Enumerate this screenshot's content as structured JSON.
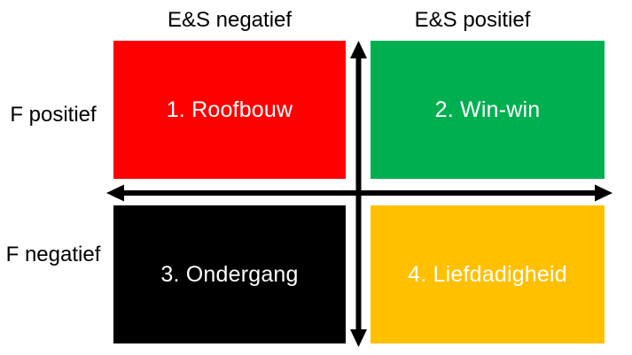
{
  "diagram": {
    "type": "quadrant-matrix",
    "background_color": "#FFFFFF",
    "arrow_color": "#000000",
    "axes": {
      "top_left_label": "E&S negatief",
      "top_right_label": "E&S positief",
      "left_top_label": "F positief",
      "left_bottom_label": "F negatief"
    },
    "quadrants": [
      {
        "position": "top-left",
        "label": "1. Roofbouw",
        "color": "#FF0000",
        "text_color": "#FFFFFF"
      },
      {
        "position": "top-right",
        "label": "2. Win-win",
        "color": "#00B050",
        "text_color": "#FFFFFF"
      },
      {
        "position": "bottom-left",
        "label": "3. Ondergang",
        "color": "#000000",
        "text_color": "#FFFFFF"
      },
      {
        "position": "bottom-right",
        "label": "4. Liefdadigheid",
        "color": "#FFC000",
        "text_color": "#FFFFFF"
      }
    ]
  }
}
